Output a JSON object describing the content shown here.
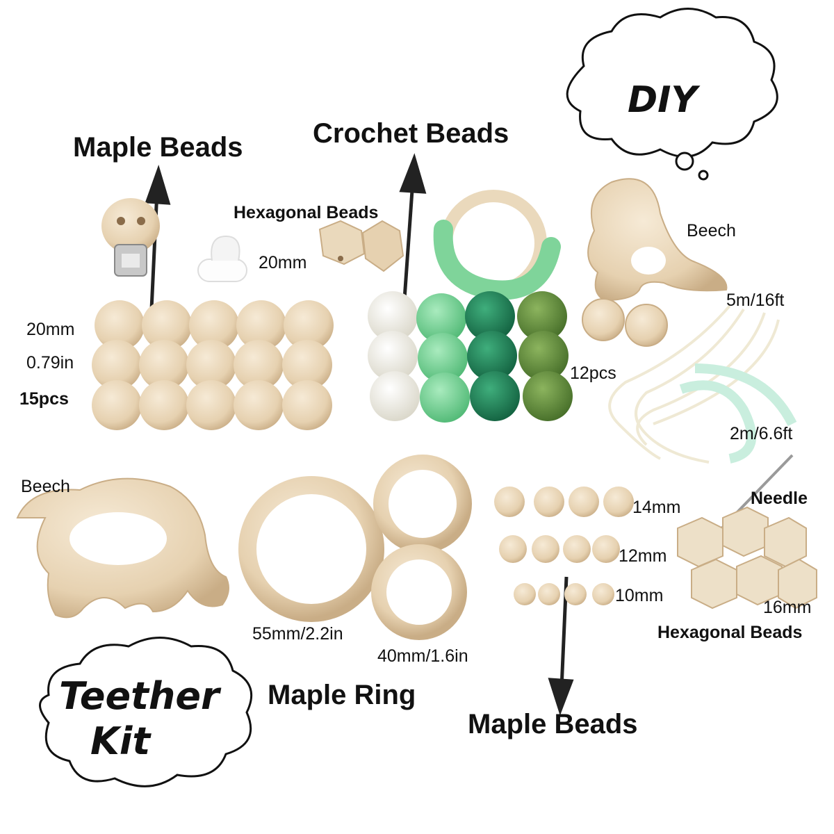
{
  "labels": {
    "maple_beads_top": "Maple Beads",
    "crochet_beads": "Crochet Beads",
    "hexagonal_beads_top": "Hexagonal Beads",
    "hex_top_size": "20mm",
    "beech_dino": "Beech",
    "diy": "DIY",
    "large_beads_size_mm": "20mm",
    "large_beads_size_in": "0.79in",
    "large_beads_count": "15pcs",
    "crochet_count": "12pcs",
    "cord_length": "5m/16ft",
    "ribbon_length": "2m/6.6ft",
    "beech_elephant": "Beech",
    "needle": "Needle",
    "bead_14": "14mm",
    "bead_12": "12mm",
    "bead_10": "10mm",
    "hex_bottom_size": "16mm",
    "hexagonal_beads_bottom": "Hexagonal Beads",
    "ring_55": "55mm/2.2in",
    "ring_40": "40mm/1.6in",
    "maple_ring": "Maple Ring",
    "maple_beads_bottom": "Maple Beads",
    "teether_line1": "Teether",
    "teether_line2": "Kit"
  },
  "colors": {
    "wood": "#e9d6b8",
    "wood_dark": "#c9ad86",
    "crochet_cream": "#f1efe6",
    "crochet_mint": "#7fd49a",
    "crochet_teal": "#1f8a5c",
    "crochet_olive": "#5c8a38",
    "ribbon": "#c9eede",
    "cord": "#f7f3e6"
  }
}
